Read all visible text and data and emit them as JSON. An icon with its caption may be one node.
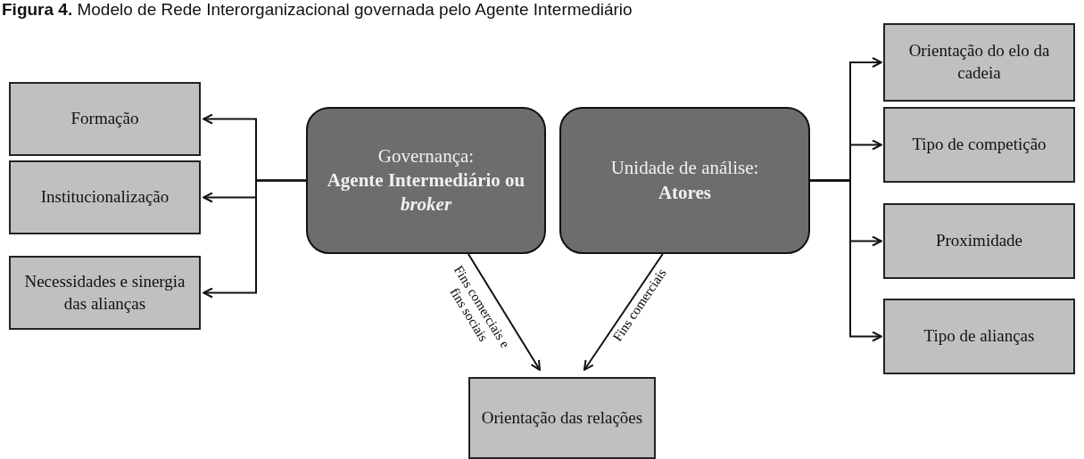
{
  "diagram": {
    "title": "**Figura 4.** Modelo de Rede Interorganizacional governada pelo Agente Intermediário",
    "nodes": [
      {
        "text": [
          "Formação"
        ]
      },
      {
        "text": [
          "Institucionalização"
        ]
      },
      {
        "text": [
          "Necessidades e sinergia das alianças"
        ]
      },
      {
        "text": [
          "Governança:",
          "Agente Intermediário ou *broker*"
        ]
      },
      {
        "text": [
          "Unidade de análise:",
          "Atores"
        ]
      },
      {
        "text": [
          "Orientação do elo da cadeia"
        ]
      },
      {
        "text": [
          "Tipo de competição"
        ]
      },
      {
        "text": [
          "Proximidade"
        ]
      },
      {
        "text": [
          "Tipo de alianças"
        ]
      },
      {
        "text": [
          "Orientação das relações"
        ]
      }
    ],
    "edges": [
      {
        "from": 3,
        "to": 0,
        "arrow": "to"
      },
      {
        "from": 3,
        "to": 1,
        "arrow": "to"
      },
      {
        "from": 3,
        "to": 2,
        "arrow": "to"
      },
      {
        "from": 4,
        "to": 5,
        "arrow": "to"
      },
      {
        "from": 4,
        "to": 6,
        "arrow": "to"
      },
      {
        "from": 4,
        "to": 7,
        "arrow": "to"
      },
      {
        "from": 4,
        "to": 8,
        "arrow": "to"
      },
      {
        "from": 3,
        "to": 9,
        "arrow": "to",
        "label": "Fins comerciais e fins sociais"
      },
      {
        "from": 4,
        "to": 9,
        "arrow": "to",
        "label": "Fins comerciais"
      }
    ]
  }
}
